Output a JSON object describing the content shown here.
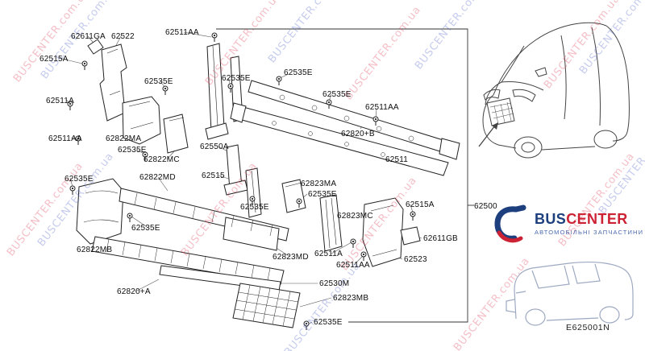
{
  "watermark": {
    "text": "BUSCENTER.com.ua"
  },
  "diagram": {
    "code": "E625001N",
    "labels": [
      "62611GA",
      "62522",
      "62511AA",
      "62515A",
      "62535E",
      "62535E",
      "62535E",
      "62511A",
      "62535E",
      "62511AA",
      "62511AA",
      "62822MA",
      "62820+B",
      "62535E",
      "62550A",
      "62822MC",
      "62511",
      "62515",
      "62822MD",
      "62823MA",
      "62535E",
      "62535E",
      "62535E",
      "62823MC",
      "62515A",
      "62535E",
      "62611GB",
      "62822MB",
      "62823MD",
      "62511A",
      "62511AA",
      "62523",
      "62530M",
      "62820+A",
      "62823MB",
      "62535E",
      "62500"
    ]
  },
  "brand": {
    "name_primary": "BUS",
    "name_secondary": "CENTER",
    "tagline": "АВТОМОБІЛЬНІ ЗАПЧАСТИНИ"
  },
  "colors": {
    "watermark_red": "#de4058",
    "watermark_blue": "#5668ca",
    "brand_blue": "#1d3f7e",
    "brand_red": "#cc2233",
    "line": "#222222"
  }
}
